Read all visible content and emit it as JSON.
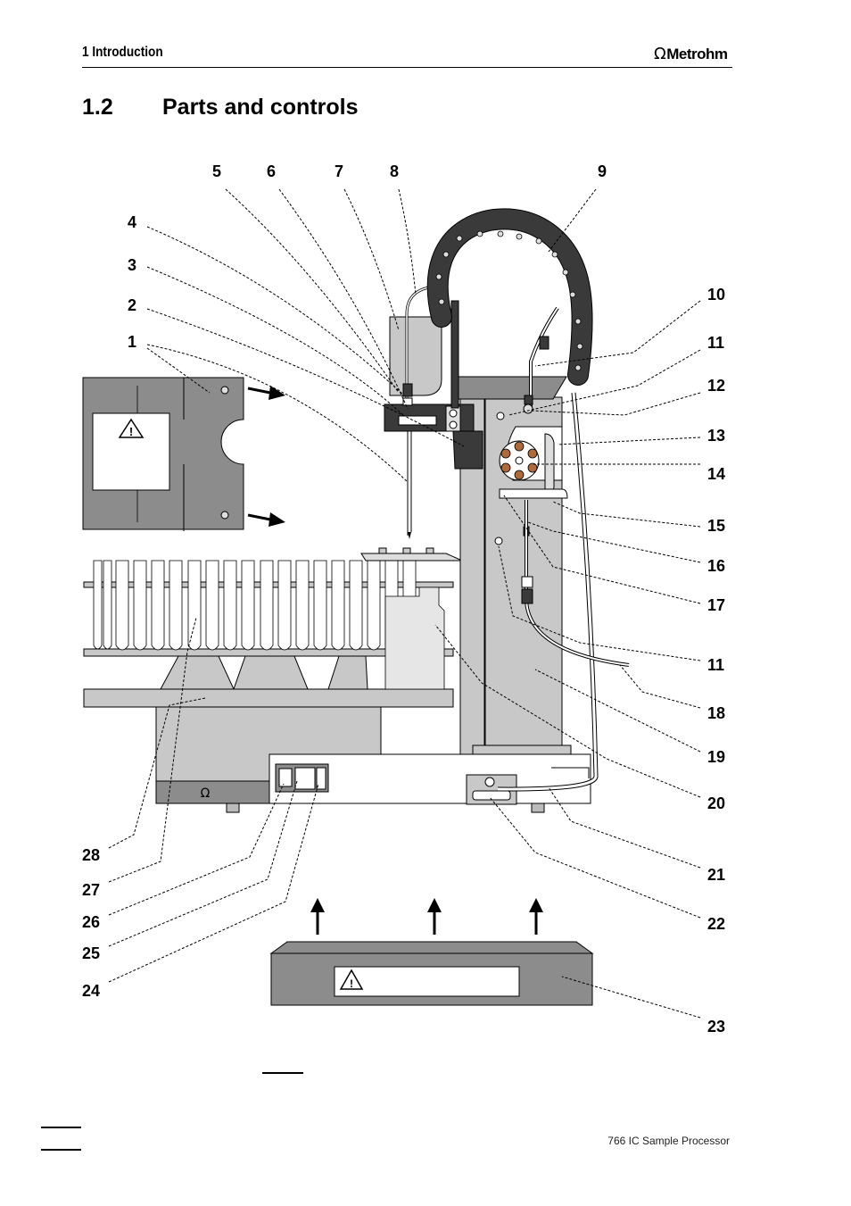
{
  "header": {
    "section": "1  Introduction",
    "logo_symbol": "Ω",
    "logo_text": "Metrohm"
  },
  "heading": {
    "number": "1.2",
    "title": "Parts and controls"
  },
  "figure": {
    "warning_symbol": "!",
    "callouts": [
      {
        "id": "5",
        "label": "5"
      },
      {
        "id": "6",
        "label": "6"
      },
      {
        "id": "7",
        "label": "7"
      },
      {
        "id": "8",
        "label": "8"
      },
      {
        "id": "9",
        "label": "9"
      },
      {
        "id": "4",
        "label": "4"
      },
      {
        "id": "3",
        "label": "3"
      },
      {
        "id": "2",
        "label": "2"
      },
      {
        "id": "1",
        "label": "1"
      },
      {
        "id": "10",
        "label": "10"
      },
      {
        "id": "11a",
        "label": "11"
      },
      {
        "id": "12",
        "label": "12"
      },
      {
        "id": "13",
        "label": "13"
      },
      {
        "id": "14",
        "label": "14"
      },
      {
        "id": "15",
        "label": "15"
      },
      {
        "id": "16",
        "label": "16"
      },
      {
        "id": "17",
        "label": "17"
      },
      {
        "id": "11b",
        "label": "11"
      },
      {
        "id": "18",
        "label": "18"
      },
      {
        "id": "19",
        "label": "19"
      },
      {
        "id": "20",
        "label": "20"
      },
      {
        "id": "21",
        "label": "21"
      },
      {
        "id": "22",
        "label": "22"
      },
      {
        "id": "23",
        "label": "23"
      },
      {
        "id": "28",
        "label": "28"
      },
      {
        "id": "27",
        "label": "27"
      },
      {
        "id": "26",
        "label": "26"
      },
      {
        "id": "25",
        "label": "25"
      },
      {
        "id": "24",
        "label": "24"
      }
    ]
  },
  "footer": {
    "product": "766 IC Sample Processor"
  },
  "colors": {
    "chain": "#3a3a3a",
    "body_grey": "#c8c8c8",
    "dark_grey": "#8c8c8c",
    "valve_orange": "#b06a3a"
  }
}
